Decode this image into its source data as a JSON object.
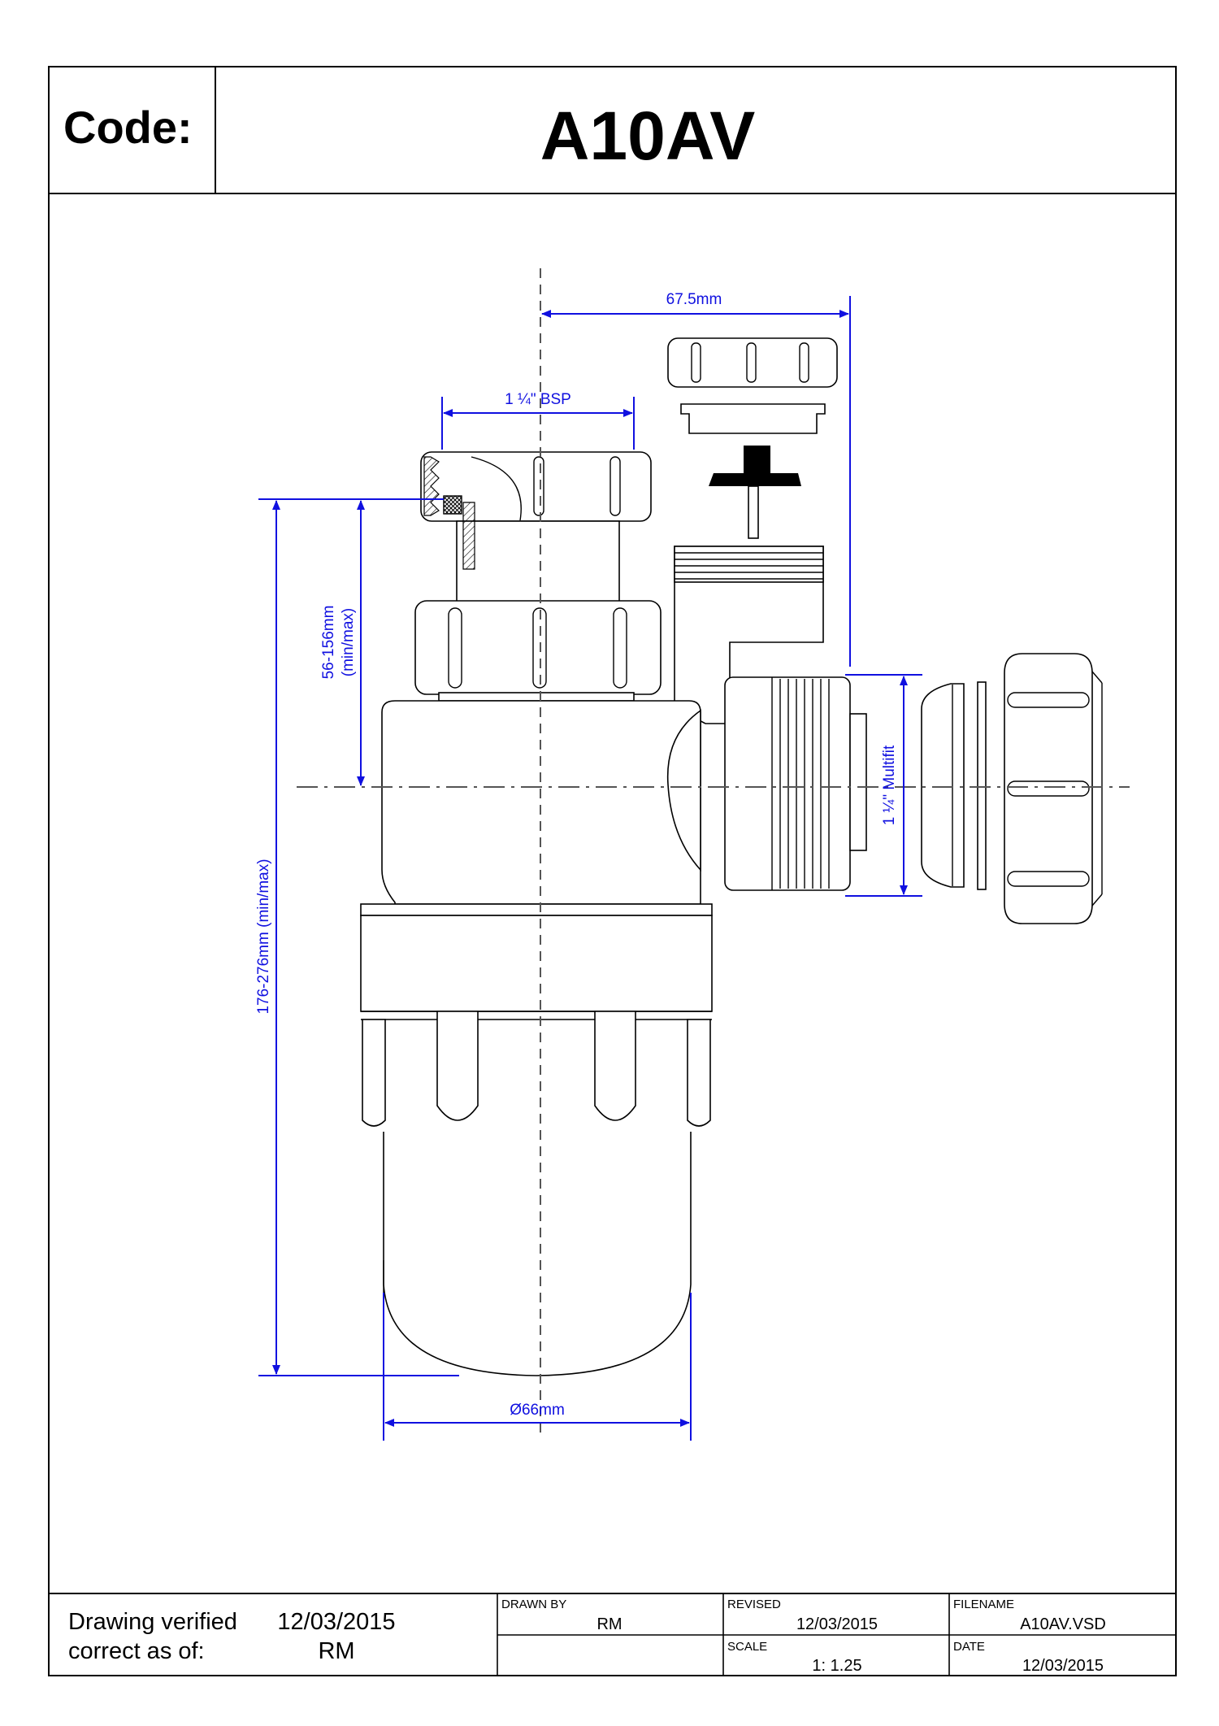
{
  "header": {
    "code_label": "Code:",
    "code_value": "A10AV"
  },
  "dimensions": {
    "top_offset": "67.5mm",
    "inlet_thread": "1 ¼\" BSP",
    "inlet_height_line1": "56-156mm",
    "inlet_height_line2": "(min/max)",
    "overall_height": "176-276mm (min/max)",
    "outlet": "1 ¼\" Multifit",
    "diameter": "Ø66mm"
  },
  "title_block": {
    "verified_line1": "Drawing verified",
    "verified_line2": "correct as of:",
    "verified_date": "12/03/2015",
    "verified_by": "RM",
    "drawn_by_label": "DRAWN BY",
    "drawn_by_value": "RM",
    "revised_label": "REVISED",
    "revised_value": "12/03/2015",
    "filename_label": "FILENAME",
    "filename_value": "A10AV.VSD",
    "scale_label": "SCALE",
    "scale_value": "1: 1.25",
    "date_label": "DATE",
    "date_value": "12/03/2015"
  },
  "colors": {
    "dimension": "#1010e0",
    "outline": "#000000"
  }
}
